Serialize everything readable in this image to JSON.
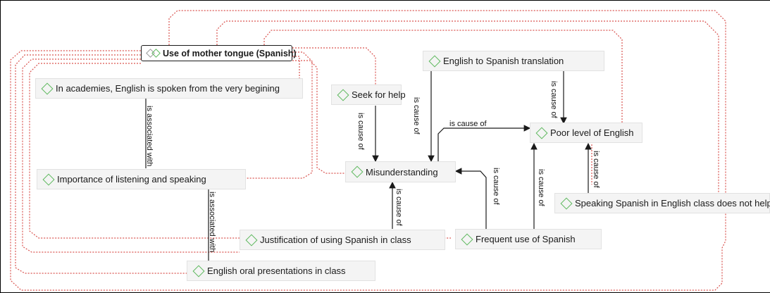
{
  "nodes": {
    "mother_tongue": "Use of mother tongue (Spanish)",
    "academies": "In academies, English is spoken from the very begining",
    "importance": "Importance of listening and speaking",
    "seek_help": "Seek for help",
    "eng_to_spa": "English to Spanish translation",
    "misunderstanding": "Misunderstanding",
    "poor_level": "Poor level of English",
    "speaking_spanish": "Speaking Spanish in English class does not help",
    "justification": "Justification of using Spanish in class",
    "frequent_use": "Frequent use of Spanish",
    "oral_presentations": "English oral presentations in class"
  },
  "relations": {
    "cause": "is cause of",
    "associated": "is associated with"
  },
  "colors": {
    "icon_green": "#5cb85c",
    "dotted_link": "#d9534f",
    "arrow": "#1a1a1a"
  }
}
